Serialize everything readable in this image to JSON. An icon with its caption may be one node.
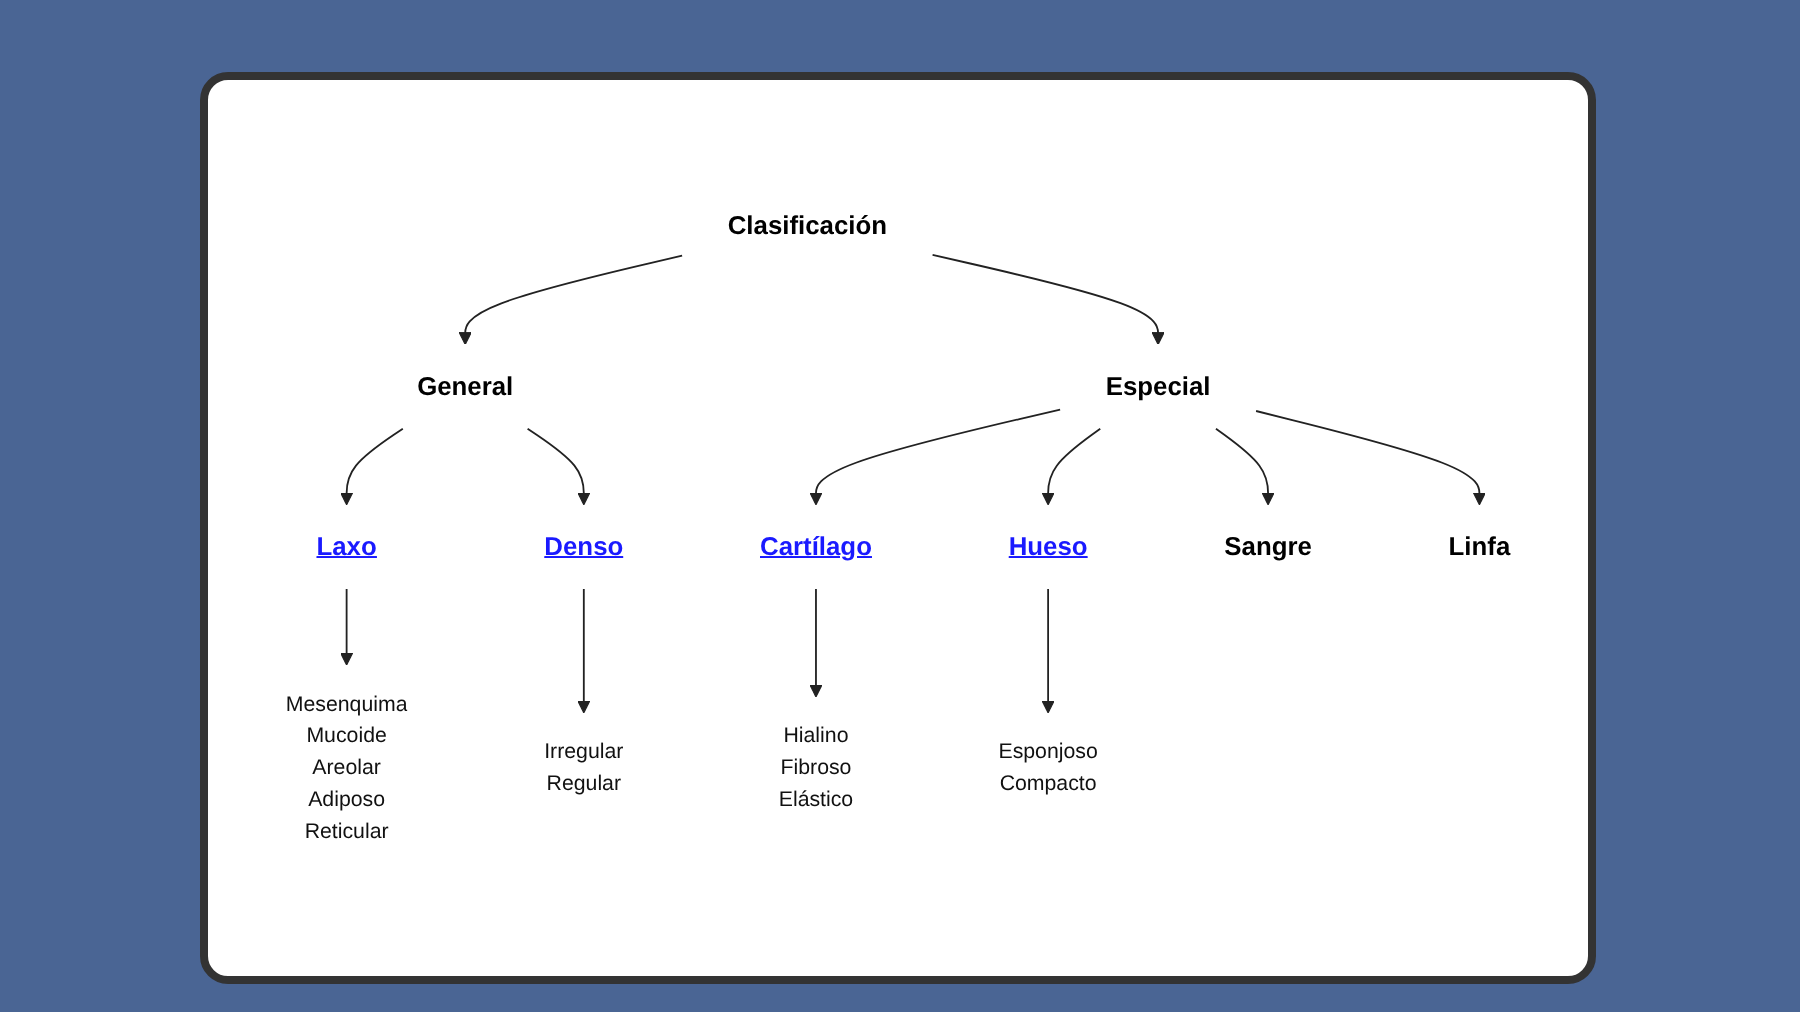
{
  "diagram": {
    "nodes": [
      {
        "text": [
          "Clasificación"
        ]
      },
      {
        "text": [
          "General"
        ]
      },
      {
        "text": [
          "Especial"
        ]
      },
      {
        "text": [
          "Laxo"
        ]
      },
      {
        "text": [
          "Denso"
        ]
      },
      {
        "text": [
          "Cartílago"
        ]
      },
      {
        "text": [
          "Hueso"
        ]
      },
      {
        "text": [
          "Sangre"
        ]
      },
      {
        "text": [
          "Linfa"
        ]
      },
      {
        "text": [
          "Mesenquima",
          "Mucoide",
          "Areolar",
          "Adiposo",
          "Reticular"
        ]
      },
      {
        "text": [
          "Irregular",
          "Regular"
        ]
      },
      {
        "text": [
          "Hialino",
          "Fibroso",
          "Elástico"
        ]
      },
      {
        "text": [
          "Esponjoso",
          "Compacto"
        ]
      }
    ],
    "edges": [
      {
        "from": 0,
        "to": 1,
        "arrow": "to"
      },
      {
        "from": 0,
        "to": 2,
        "arrow": "to"
      },
      {
        "from": 1,
        "to": 3,
        "arrow": "to"
      },
      {
        "from": 1,
        "to": 4,
        "arrow": "to"
      },
      {
        "from": 2,
        "to": 5,
        "arrow": "to"
      },
      {
        "from": 2,
        "to": 6,
        "arrow": "to"
      },
      {
        "from": 2,
        "to": 7,
        "arrow": "to"
      },
      {
        "from": 2,
        "to": 8,
        "arrow": "to"
      },
      {
        "from": 3,
        "to": 9,
        "arrow": "to"
      },
      {
        "from": 4,
        "to": 10,
        "arrow": "to"
      },
      {
        "from": 5,
        "to": 11,
        "arrow": "to"
      },
      {
        "from": 6,
        "to": 12,
        "arrow": "to"
      }
    ]
  }
}
